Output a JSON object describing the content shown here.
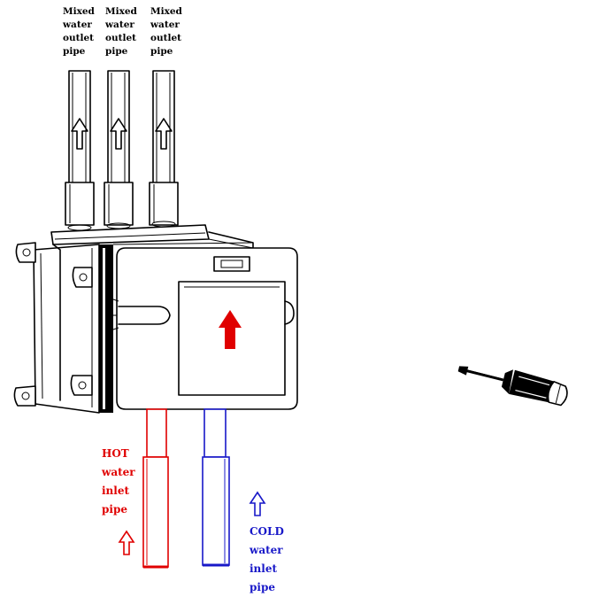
{
  "labels": {
    "outlet_1": "Mixed\nwater\noutlet\npipe",
    "outlet_2": "Mixed\nwater\noutlet\npipe",
    "outlet_3": "Mixed\nwater\noutlet\npipe",
    "hot_inlet": "HOT\nwater\ninlet\npipe",
    "cold_inlet": "COLD\nwater\ninlet\npipe"
  },
  "colors": {
    "hot": "#e00000",
    "cold": "#1818c8",
    "line": "#000000",
    "flow_arrow": "#e00000"
  },
  "icons": {
    "outlet_flow": "up-outline-arrow-icon",
    "box_flow": "up-solid-arrow-icon",
    "tool": "screwdriver-icon"
  }
}
